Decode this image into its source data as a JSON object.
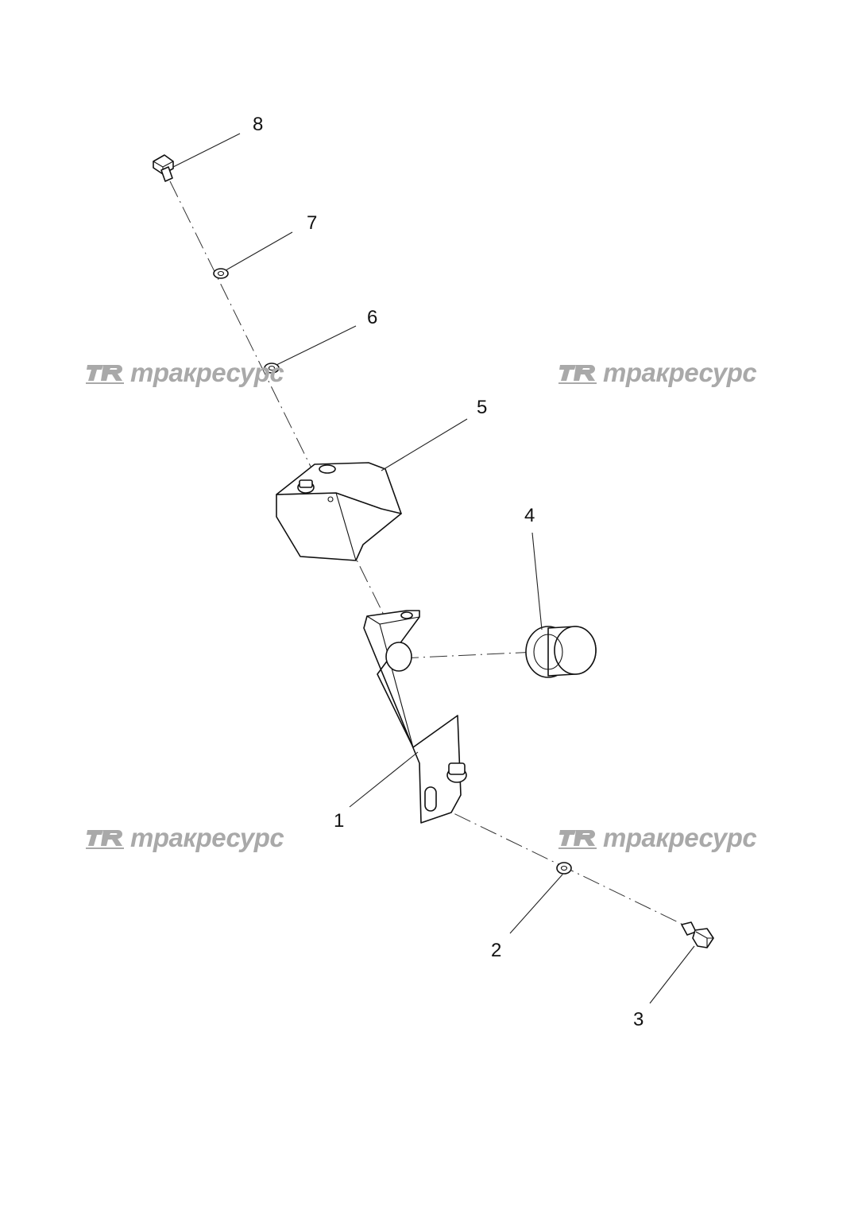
{
  "watermark": {
    "text": "тракресурс"
  },
  "callouts": [
    {
      "id": "callout-1",
      "number": "1"
    },
    {
      "id": "callout-2",
      "number": "2"
    },
    {
      "id": "callout-3",
      "number": "3"
    },
    {
      "id": "callout-4",
      "number": "4"
    },
    {
      "id": "callout-5",
      "number": "5"
    },
    {
      "id": "callout-6",
      "number": "6"
    },
    {
      "id": "callout-7",
      "number": "7"
    },
    {
      "id": "callout-8",
      "number": "8"
    }
  ],
  "colors": {
    "line": "#111111",
    "watermark": "#a9a9a9",
    "background": "#ffffff"
  }
}
